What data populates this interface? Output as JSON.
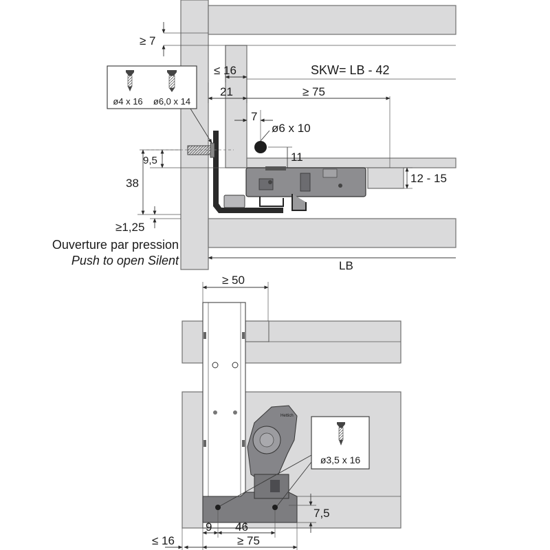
{
  "top_view": {
    "dims": {
      "min_7": "≥ 7",
      "max_16": "≤ 16",
      "skw": "SKW= LB - 42",
      "d21": "21",
      "min_75": "≥ 75",
      "d7": "7",
      "hole": "ø6 x 10",
      "d9_5": "9,5",
      "d11": "11",
      "d12_15": "12 - 15",
      "d38": "38",
      "min_1_25": "≥1,25",
      "lb": "LB"
    },
    "screws": [
      "ø4 x 16",
      "ø6,0 x 14"
    ],
    "caption_fr": "Ouverture par pression",
    "caption_en": "Push to open Silent"
  },
  "side_view": {
    "dims": {
      "min_50": "≥ 50",
      "d7_5": "7,5",
      "d9": "9",
      "d46": "46",
      "max_16": "≤ 16",
      "min_75": "≥ 75"
    },
    "screw": "ø3,5 x 16",
    "brand": "Hettich"
  }
}
